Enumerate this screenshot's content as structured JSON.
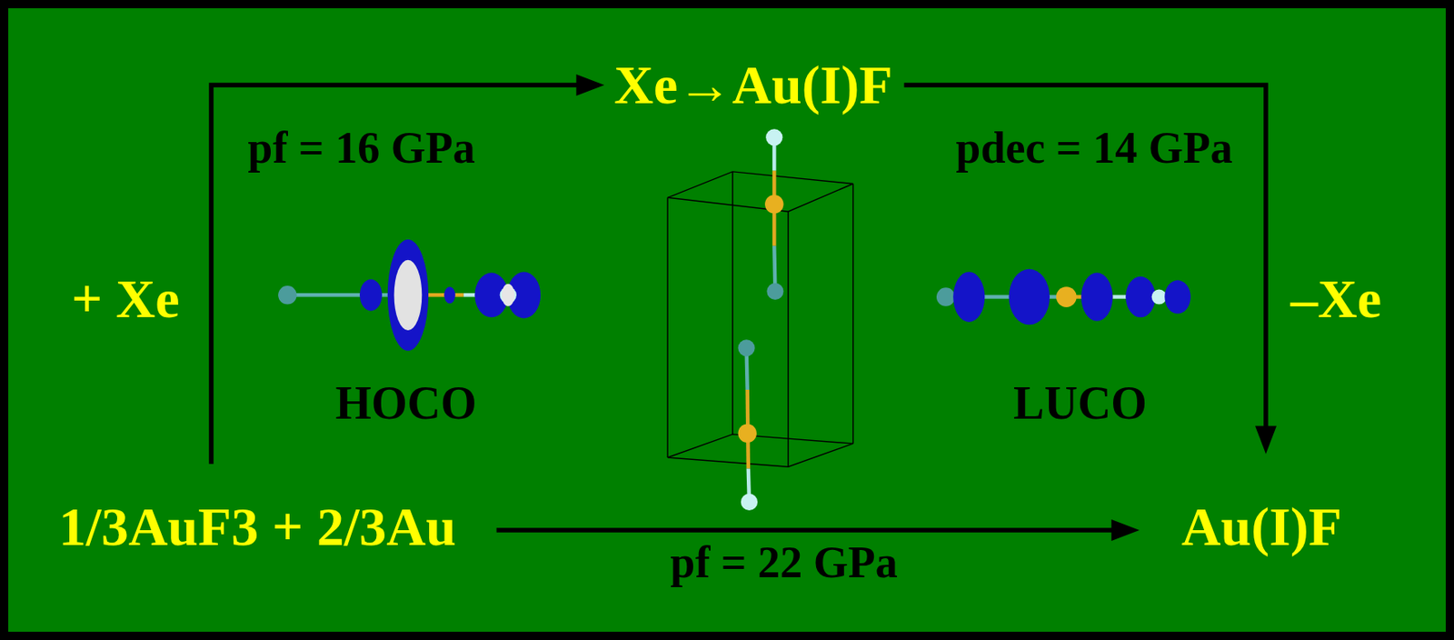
{
  "diagram": {
    "nodes": [
      {
        "text": [
          "Xe→Au(I)F"
        ]
      },
      {
        "text": [
          "1/3AuF3 + 2/3Au"
        ]
      },
      {
        "text": [
          "Au(I)F"
        ]
      }
    ],
    "edges": [
      {
        "from": 1,
        "to": 0,
        "arrow": "to",
        "label": "+ Xe"
      },
      {
        "from": 0,
        "to": 2,
        "arrow": "to",
        "label": "–Xe"
      },
      {
        "from": 1,
        "to": 2,
        "arrow": "to",
        "label": "pf = 22 GPa"
      }
    ],
    "labels": [
      "pf = 16 GPa",
      "pdec = 14 GPa",
      "HOCO",
      "LUCO"
    ]
  }
}
